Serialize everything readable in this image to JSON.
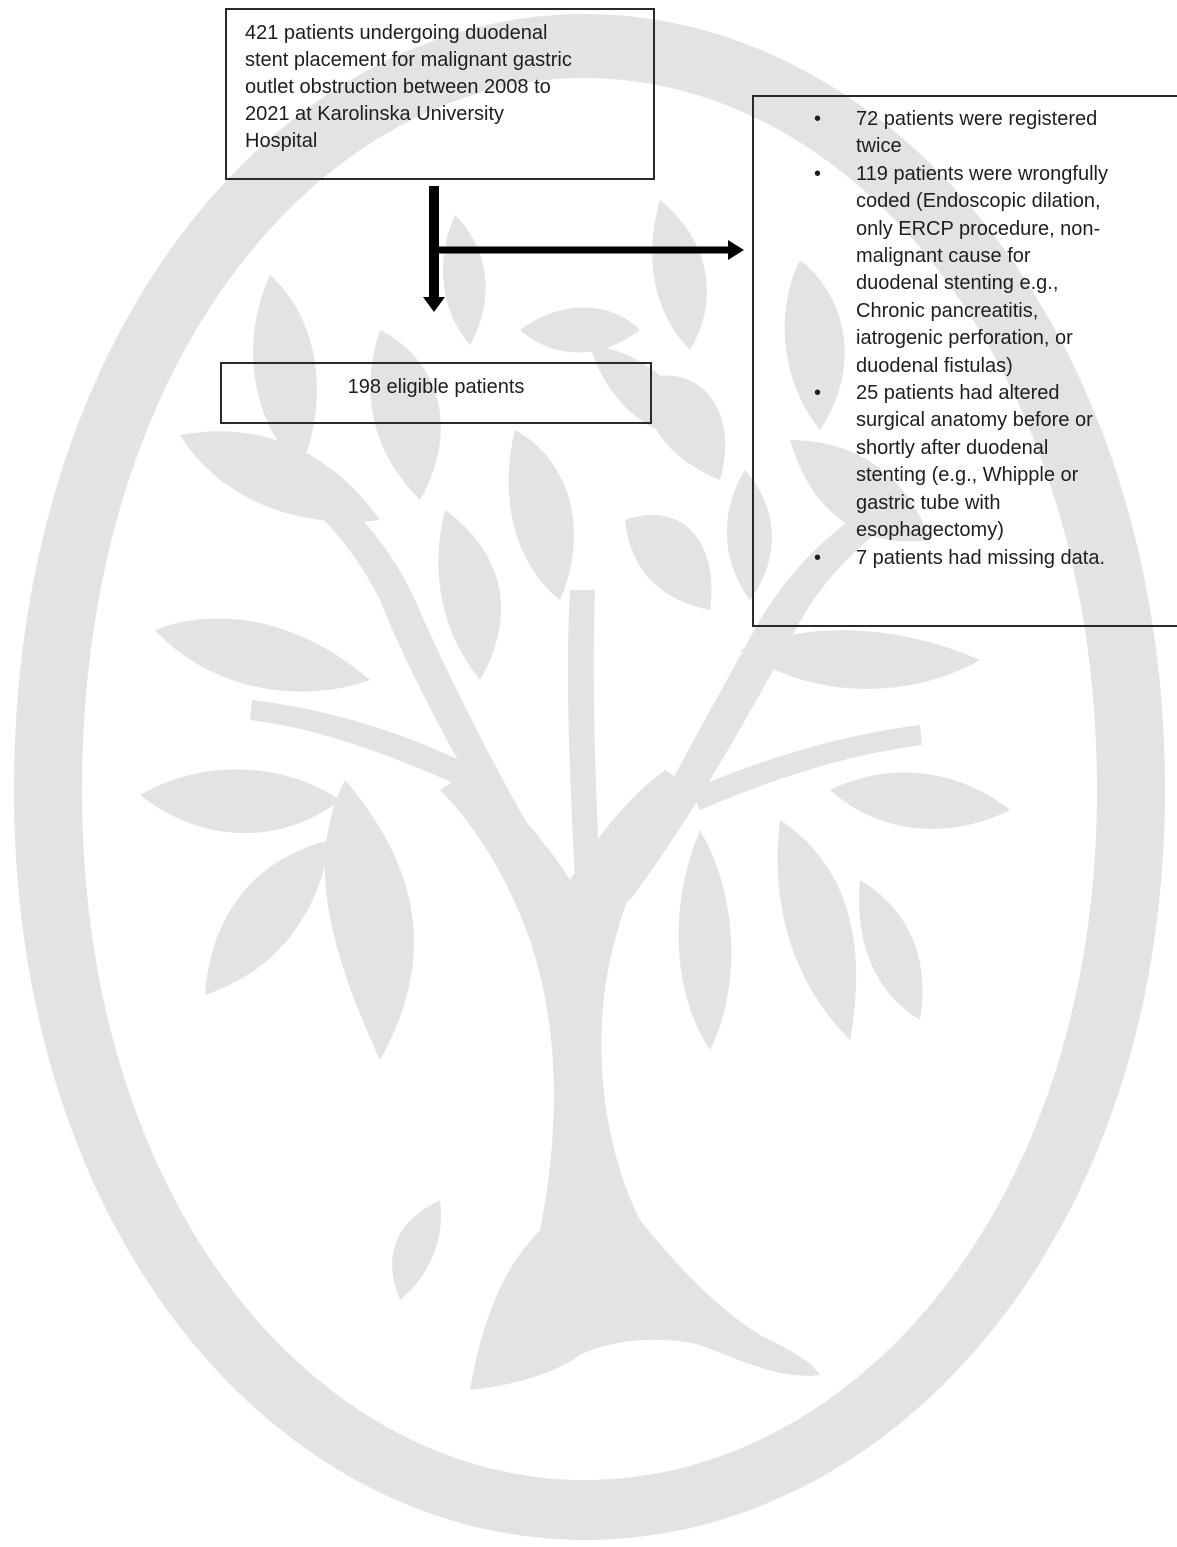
{
  "flowchart": {
    "source_box": {
      "text": "421 patients undergoing duodenal stent placement for malignant gastric outlet obstruction between 2008 to 2021 at Karolinska University Hospital",
      "lines": [
        "421 patients undergoing duodenal",
        "stent placement for malignant gastric",
        "outlet obstruction between 2008 to",
        "2021 at Karolinska University",
        "Hospital"
      ]
    },
    "eligible_box": {
      "text": "198 eligible patients"
    },
    "exclusion_box": {
      "items": [
        {
          "text": "72 patients were registered twice",
          "lines": [
            "72 patients were registered",
            "twice"
          ]
        },
        {
          "text": "119 patients were wrongfully coded (Endoscopic dilation, only ERCP procedure, non-malignant cause for duodenal stenting e.g., Chronic pancreatitis, iatrogenic perforation, or duodenal fistulas)",
          "lines": [
            "119 patients were wrongfully",
            "coded (Endoscopic dilation,",
            "only ERCP procedure, non-",
            "malignant cause for",
            "duodenal stenting e.g.,",
            "Chronic pancreatitis,",
            "iatrogenic perforation, or",
            "duodenal fistulas)"
          ]
        },
        {
          "text": "25 patients had altered surgical anatomy before or shortly after duodenal stenting (e.g., Whipple or gastric tube with esophagectomy)",
          "lines": [
            "25 patients had altered",
            "surgical anatomy before or",
            "shortly after duodenal",
            "stenting (e.g., Whipple or",
            "gastric tube with",
            "esophagectomy)"
          ]
        },
        {
          "text": "7 patients had missing data.",
          "lines": [
            "7 patients had missing data."
          ]
        }
      ],
      "bullet": "•"
    }
  },
  "colors": {
    "text": "#1e1e1e",
    "border": "#2a2a2a",
    "arrow": "#000000",
    "watermark": "#e3e3e3"
  }
}
